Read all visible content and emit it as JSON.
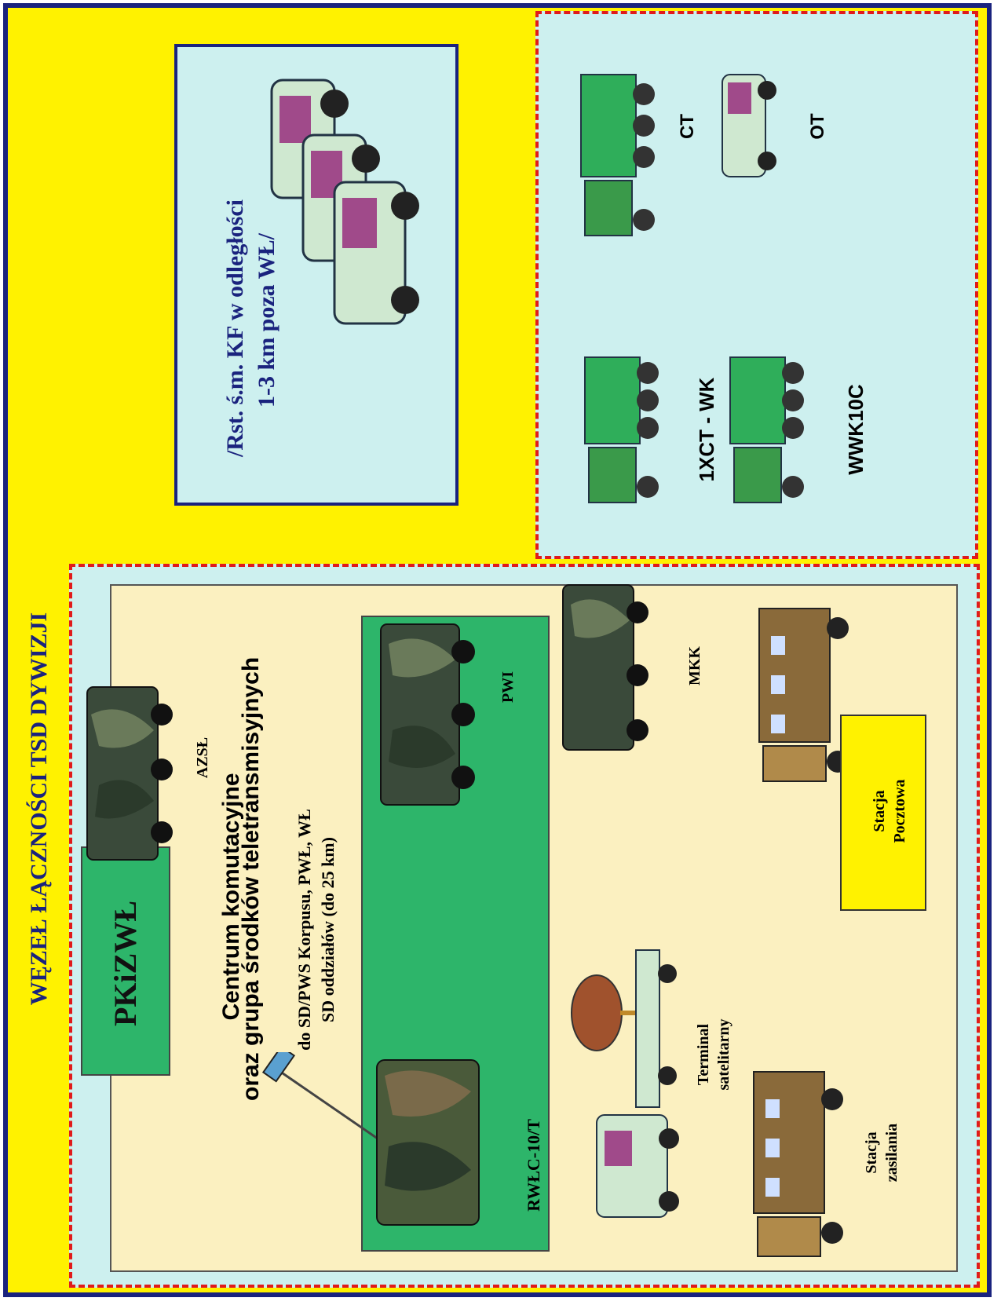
{
  "title": "WĘZEŁ ŁĄCZNOŚCI TSD DYWIZJI",
  "colors": {
    "frame": "#fff200",
    "border": "#1a237e",
    "zone": "#cdf0ef",
    "dash": "#e01b1b",
    "panel": "#fbf0c0",
    "green_box": "#2db56a"
  },
  "rst_box": {
    "line1": "/Rst. ś.m. KF w odległości",
    "line2": "1-3 km poza WŁ/"
  },
  "right_zone": {
    "labels": {
      "ct": "CT",
      "ot": "OT",
      "xct_wk": "1XCT - WK",
      "wwk10c": "WWK10C"
    }
  },
  "bottom_zone": {
    "pkizwl": "PKiZWŁ",
    "azsl": "AZSŁ",
    "centrum_line1": "Centrum komutacyjne",
    "centrum_line2": "oraz grupa środków teletransmisyjnych",
    "do_sd_line1": "do SD/PWS Korpusu, PWŁ, WŁ",
    "do_sd_line2": "SD oddziałów (do 25 km)",
    "pwi": "PWI",
    "rwlc": "RWŁC-10/T",
    "mkk": "MKK",
    "terminal_line1": "Terminal",
    "terminal_line2": "satelitarny",
    "stacja_pocztowa_line1": "Stacja",
    "stacja_pocztowa_line2": "Pocztowa",
    "stacja_zasilania_line1": "Stacja",
    "stacja_zasilania_line2": "zasilania"
  }
}
